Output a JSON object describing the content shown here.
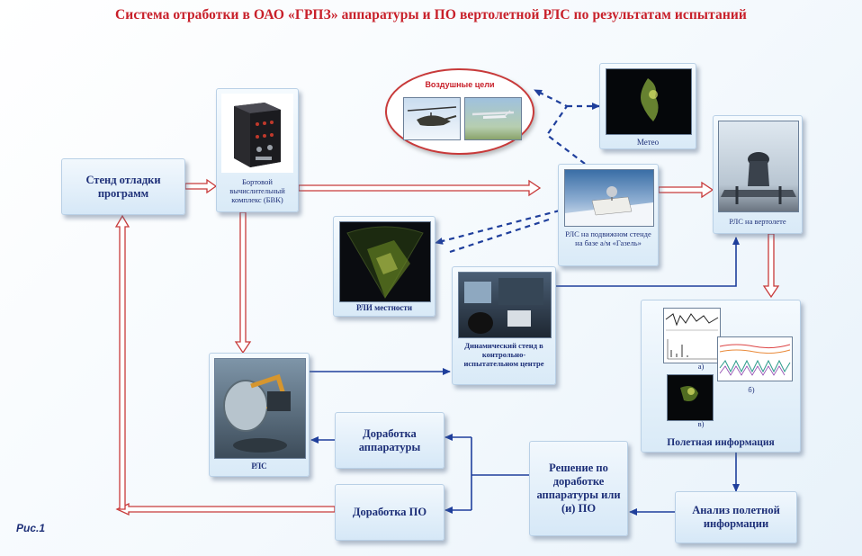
{
  "title": "Система отработки в ОАО «ГРПЗ» аппаратуры и ПО вертолетной РЛС по результатам испытаний",
  "figure_label": "Рис.1",
  "nodes": {
    "stend": "Стенд отладки программ",
    "bvk": "Бортовой вычислительный комплекс (БВК)",
    "air_targets": "Воздушные цели",
    "meteo": "Метео",
    "rls_heli": "РЛС на вертолете",
    "rls_mobile": "РЛС на подвижном стенде на базе а/м «Газель»",
    "rli": "РЛИ местности",
    "dyn_stend": "Динамический стенд в контрольно-испытательном центре",
    "rls": "РЛС",
    "flight_info": "Полетная информация",
    "flight_a": "а)",
    "flight_b": "б)",
    "flight_c": "в)",
    "dorabotka_app": "Доработка аппаратуры",
    "dorabotka_po": "Доработка ПО",
    "reshenie": "Решение по доработке аппаратуры или (и) ПО",
    "analiz": "Анализ полетной информации"
  },
  "colors": {
    "title": "#c8202a",
    "text": "#1d2f78",
    "arrow_red": "#c83a3a",
    "arrow_blue": "#1f3f9c"
  }
}
